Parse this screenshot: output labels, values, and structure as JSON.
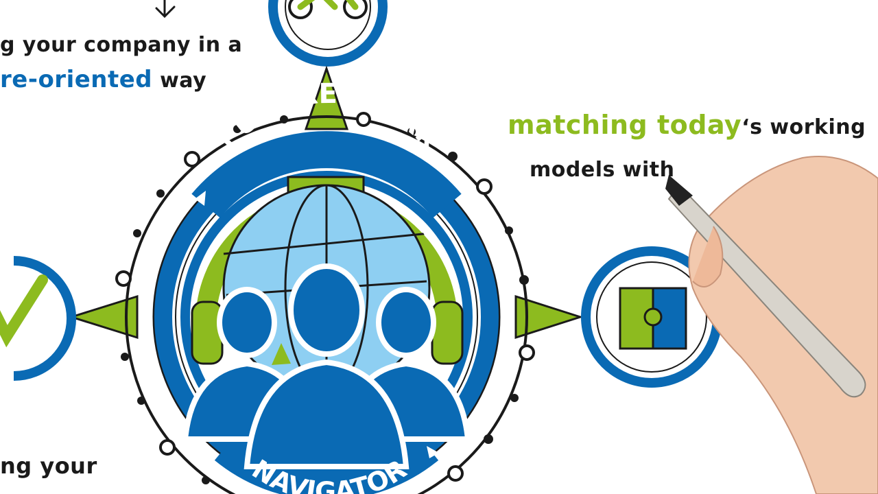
{
  "colors": {
    "brand_blue": "#0a6ab4",
    "light_blue": "#8ecff2",
    "brand_green": "#8dbb1f",
    "ink": "#1a1a1a"
  },
  "top_left_text": {
    "line1": "g your company in a",
    "line2_highlight": "re-oriented",
    "line2_rest": " way"
  },
  "right_text": {
    "highlight": "matching today",
    "rest": "‘s working",
    "line2": "models with"
  },
  "bottom_left_text": {
    "line1": "ng your"
  },
  "badge": {
    "top_text": "FUTURE WORK",
    "bottom_text": "NAVIGATOR"
  },
  "icons": {
    "badge_center": "people-globe-headset-icon",
    "top_circle": "bicycle-icon",
    "left_circle": "checkmark-icon",
    "right_circle": "puzzle-icon",
    "hand": "hand-holding-marker-icon"
  }
}
